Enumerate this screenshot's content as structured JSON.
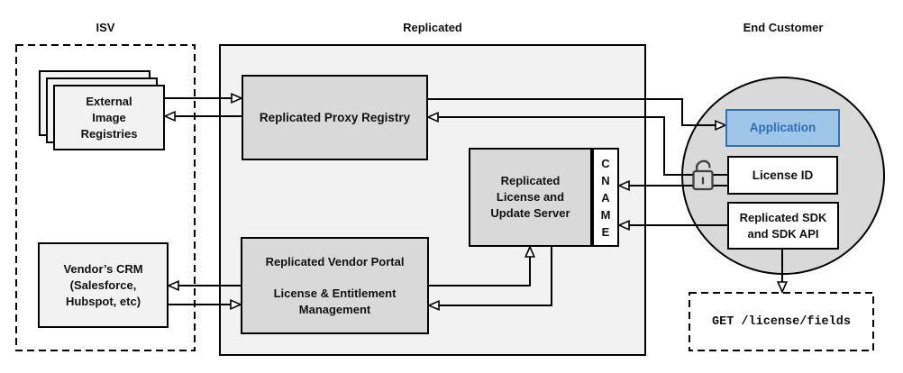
{
  "sections": {
    "isv": "ISV",
    "replicated": "Replicated",
    "end_customer": "End Customer"
  },
  "nodes": {
    "external_registries": "External\nImage\nRegistries",
    "vendors_crm": "Vendor’s CRM\n(Salesforce,\nHubspot, etc)",
    "proxy_registry": "Replicated Proxy Registry",
    "vendor_portal_title": "Replicated Vendor Portal",
    "vendor_portal_subtitle": "License & Entitlement\nManagement",
    "update_server": "Replicated\nLicense and\nUpdate Server",
    "cname": "C\nN\nA\nM\nE",
    "application": "Application",
    "license_id": "License ID",
    "sdk": "Replicated SDK\nand SDK API",
    "get_request": "GET /license/fields"
  },
  "icons": {
    "lock": "open-padlock-icon"
  },
  "colors": {
    "panel_fill": "#f2f2f2",
    "node_fill": "#d9d9d9",
    "light_node_fill": "#f2f2f2",
    "white_node_fill": "#ffffff",
    "circle_fill": "#d9d9d9",
    "application_fill": "#9fc5e8",
    "application_border": "#2e74b5",
    "application_text": "#2d6fad",
    "line": "#000000",
    "lock_stroke": "#3f3f3f"
  }
}
